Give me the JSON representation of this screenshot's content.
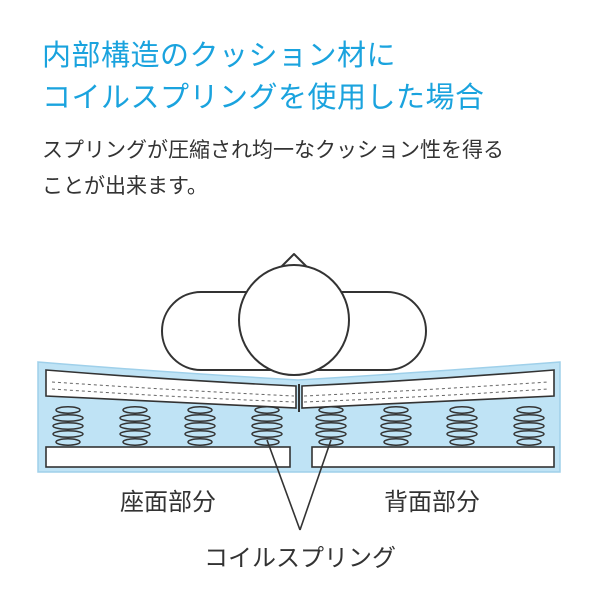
{
  "header": {
    "title_line1": "内部構造のクッション材に",
    "title_line2": "コイルスプリングを使用した場合"
  },
  "description": {
    "line1": "スプリングが圧縮され均一なクッション性を得る",
    "line2": "ことが出来ます。"
  },
  "diagram": {
    "seat_label": "座面部分",
    "back_label": "背面部分",
    "coil_label": "コイルスプリング"
  },
  "colors": {
    "accent": "#1aa3de",
    "cushion_fill": "#bfe3f5",
    "outline": "#333333",
    "background": "#ffffff"
  }
}
